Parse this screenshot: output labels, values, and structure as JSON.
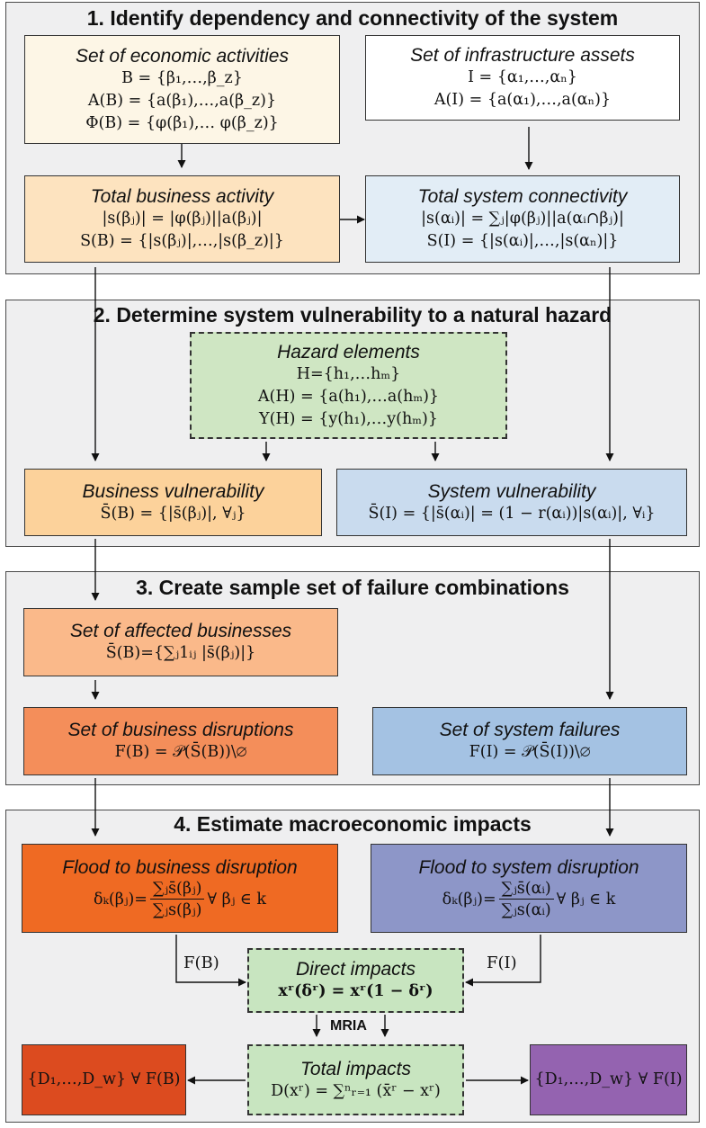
{
  "colors": {
    "panel_bg": "#efeff0",
    "economic_activities": "#fdf6e6",
    "infrastructure_assets": "#ffffff",
    "total_business": "#fde3bf",
    "total_connectivity": "#e2edf6",
    "hazard": "#cfe6c3",
    "business_vuln": "#fcd29b",
    "system_vuln": "#c9dbee",
    "affected_businesses": "#fab98a",
    "business_disruptions": "#f48e5a",
    "system_failures": "#a4c2e3",
    "flood_business": "#ef6a23",
    "flood_system": "#8d96c8",
    "direct": "#c8e5c0",
    "total": "#c8e5c0",
    "out_left": "#dc4b1f",
    "out_right": "#9463b0"
  },
  "panels": {
    "p1": "1. Identify dependency and connectivity of the system",
    "p2": "2. Determine system vulnerability to a natural hazard",
    "p3": "3. Create sample set of failure combinations",
    "p4": "4. Estimate macroeconomic impacts"
  },
  "boxes": {
    "economic_activities": {
      "title": "Set of economic activities",
      "lines": [
        "B = {β₁,…,β_z}",
        "A(B) = {a(β₁),…,a(β_z)}",
        "Φ(B) = {φ(β₁),… φ(β_z)}"
      ]
    },
    "infrastructure_assets": {
      "title": "Set of infrastructure assets",
      "lines": [
        "I = {α₁,…,αₙ}",
        "A(I) = {a(α₁),…,a(αₙ)}"
      ]
    },
    "total_business": {
      "title": "Total business activity",
      "lines": [
        "|s(βⱼ)| = |φ(βⱼ)||a(βⱼ)|",
        "S(B) = {|s(βⱼ)|,…,|s(β_z)|}"
      ]
    },
    "total_connectivity": {
      "title": "Total system connectivity",
      "lines": [
        "|s(αᵢ)| = ∑ⱼ|φ(βⱼ)||a(αᵢ∩βⱼ)|",
        "S(I) = {|s(αᵢ)|,…,|s(αₙ)|}"
      ]
    },
    "hazard": {
      "title": "Hazard elements",
      "lines": [
        "H={h₁,…hₘ}",
        "A(H) = {a(h₁),…a(hₘ)}",
        "Y(H) = {y(h₁),…y(hₘ)}"
      ]
    },
    "business_vuln": {
      "title": "Business vulnerability",
      "lines": [
        "S̄(B) = {|s̄(βⱼ)|, ∀ⱼ}"
      ]
    },
    "system_vuln": {
      "title": "System vulnerability",
      "lines": [
        "S̄(I) = {|s̄(αᵢ)| = (1 − r(αᵢ))|s(αᵢ)|, ∀ᵢ}"
      ]
    },
    "affected_businesses": {
      "title": "Set of affected businesses",
      "lines": [
        "S̄(B)={∑ⱼ1ᵢⱼ |s̄(βⱼ)|}"
      ]
    },
    "business_disruptions": {
      "title": "Set of business disruptions",
      "lines": [
        "F(B) = 𝒫(S̄(B))\\∅"
      ]
    },
    "system_failures": {
      "title": "Set of system failures",
      "lines": [
        "F(I) = 𝒫(S̄(I))\\∅"
      ]
    },
    "flood_business": {
      "title": "Flood to business disruption",
      "lhs": "δₖ(βⱼ)=",
      "num": "∑ⱼs̄(βⱼ)",
      "den": "∑ⱼs(βⱼ)",
      "rhs": "∀ βⱼ ∈ k"
    },
    "flood_system": {
      "title": "Flood to system disruption",
      "lhs": "δₖ(βⱼ)=",
      "num": "∑ⱼs̄(αᵢ)",
      "den": "∑ⱼs(αᵢ)",
      "rhs": "∀ βⱼ ∈ k"
    },
    "direct": {
      "title": "Direct impacts",
      "lines": [
        "xʳ(δʳ) = xʳ(1 − δʳ)"
      ]
    },
    "total": {
      "title": "Total impacts",
      "lines": [
        "D(xʳ) = ∑ⁿᵣ₌₁ (x̄ʳ − xʳ)"
      ]
    },
    "out_left": {
      "lines": [
        "{D₁,…,D_w} ∀ F(B)"
      ]
    },
    "out_right": {
      "lines": [
        "{D₁,…,D_w} ∀ F(I)"
      ]
    }
  },
  "labels": {
    "fb": "F(B)",
    "fi": "F(I)",
    "mria": "MRIA"
  }
}
